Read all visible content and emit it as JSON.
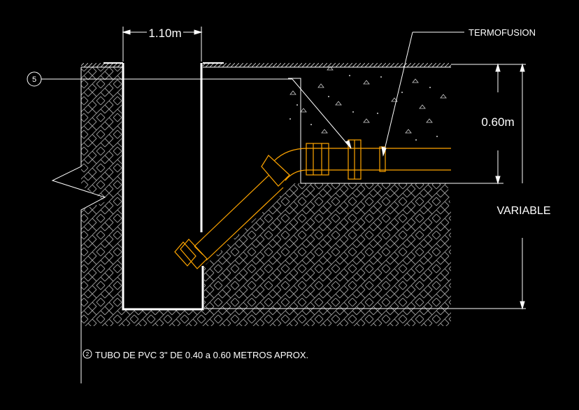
{
  "dimensions": {
    "width_label": "1.10m",
    "depth_label": "0.60m",
    "variable_label": "VARIABLE"
  },
  "callouts": {
    "termofusion": "TERMOFUSION",
    "marker_number": "5"
  },
  "note": {
    "marker": "2",
    "text": "TUBO DE PVC 3\" DE 0.40 a 0.60 METROS  APROX."
  },
  "colors": {
    "background": "#000000",
    "linework": "#ffffff",
    "hatch": "#9a9a9a",
    "pipe": "#ffa500"
  }
}
